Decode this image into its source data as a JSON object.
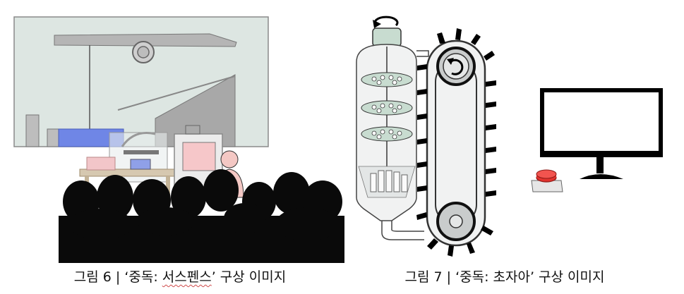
{
  "figure6": {
    "caption_prefix": "그림 6 | ‘중독: ",
    "caption_highlight": "서스펜스",
    "caption_suffix": "’ 구상 이미지"
  },
  "figure7": {
    "caption": "그림 7 | ‘중독: 초자아’ 구상 이미지"
  },
  "colors": {
    "gallery_wall": "#dde6e2",
    "blue_box": "#6f86e6",
    "pink_screen": "#f6c7c9",
    "skin": "#f4c8c4",
    "red_button": "#e0332e",
    "silhouette": "#0a0a0a"
  }
}
